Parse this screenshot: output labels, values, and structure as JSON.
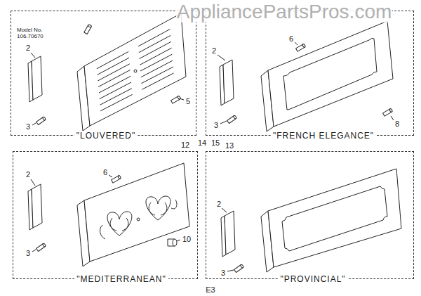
{
  "diagram": {
    "nodes": [
      {
        "text": [
          "\"LOUVERED\""
        ]
      },
      {
        "text": [
          "\"FRENCH ELEGANCE\""
        ]
      },
      {
        "text": [
          "\"MEDITERRANEAN\""
        ]
      },
      {
        "text": [
          "\"PROVINCIAL\""
        ]
      }
    ],
    "labels": [
      "AppliancePartsPros.com",
      "Model No. 106.70670",
      "2",
      "3",
      "5",
      "2",
      "6",
      "3",
      "8",
      "2",
      "6",
      "3",
      "10",
      "2",
      "3",
      "12",
      "14",
      "15",
      "13",
      "E3"
    ]
  }
}
